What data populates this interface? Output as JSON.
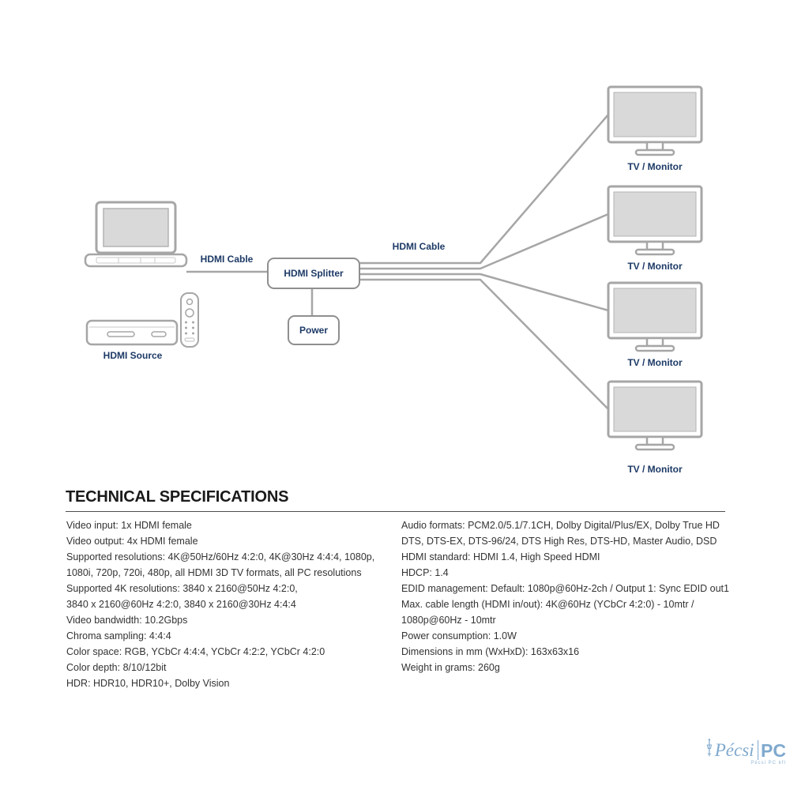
{
  "diagram": {
    "labels": {
      "hdmi_cable_left": "HDMI Cable",
      "hdmi_cable_right": "HDMI Cable",
      "hdmi_splitter": "HDMI Splitter",
      "power": "Power",
      "hdmi_source": "HDMI Source"
    },
    "monitors": [
      "TV / Monitor",
      "TV / Monitor",
      "TV / Monitor",
      "TV / Monitor"
    ],
    "colors": {
      "label": "#1d3a66",
      "outline": "#a6a6a6",
      "screen_fill": "#d9d9d9"
    }
  },
  "specs": {
    "title": "TECHNICAL SPECIFICATIONS",
    "left": [
      "Video input: 1x HDMI female",
      "Video output: 4x HDMI female",
      "Supported resolutions: 4K@50Hz/60Hz 4:2:0, 4K@30Hz 4:4:4, 1080p,",
      "1080i, 720p, 720i, 480p, all HDMI 3D TV formats, all PC resolutions",
      "Supported 4K resolutions: 3840 x 2160@50Hz 4:2:0,",
      "3840 x 2160@60Hz 4:2:0, 3840 x 2160@30Hz 4:4:4",
      "Video bandwidth: 10.2Gbps",
      "Chroma sampling: 4:4:4",
      "Color space: RGB, YCbCr 4:4:4, YCbCr 4:2:2, YCbCr 4:2:0",
      "Color depth: 8/10/12bit",
      "HDR: HDR10, HDR10+, Dolby Vision"
    ],
    "right": [
      "Audio formats: PCM2.0/5.1/7.1CH, Dolby Digital/Plus/EX, Dolby True HD",
      "DTS, DTS-EX, DTS-96/24, DTS High Res, DTS-HD, Master Audio, DSD",
      "HDMI standard: HDMI 1.4, High Speed HDMI",
      "HDCP: 1.4",
      "EDID management: Default: 1080p@60Hz-2ch / Output 1: Sync EDID out1",
      "Max. cable length (HDMI in/out): 4K@60Hz (YCbCr 4:2:0) - 10mtr /",
      "1080p@60Hz - 10mtr",
      "Power consumption: 1.0W",
      "Dimensions in mm (WxHxD): 163x63x16",
      "Weight in grams: 260g"
    ]
  },
  "watermark": {
    "brand_left": "Pécsi",
    "brand_right": "PC",
    "subtext": "Pécsi PC kft"
  }
}
